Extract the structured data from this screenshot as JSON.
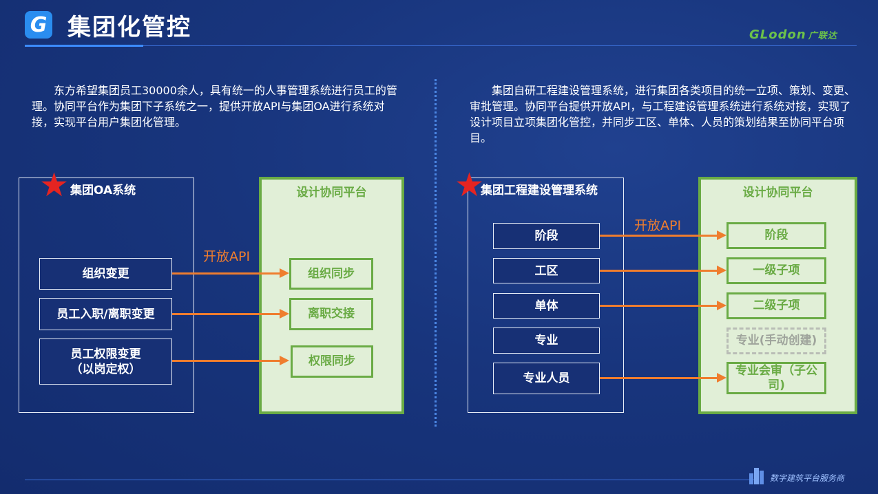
{
  "header": {
    "logo_letter": "G",
    "title": "集团化管控",
    "brand_name": "GLodon",
    "brand_cn": "广联达"
  },
  "left": {
    "paragraph": "东方希望集团员工30000余人，具有统一的人事管理系统进行员工的管理。协同平台作为集团下子系统之一，提供开放API与集团OA进行系统对接，实现平台用户集团化管理。",
    "source_title": "集团OA系统",
    "target_title": "设计协同平台",
    "api_label": "开放API",
    "source_items": [
      "组织变更",
      "员工入职/离职变更",
      "员工权限变更\n（以岗定权）"
    ],
    "target_items": [
      "组织同步",
      "离职交接",
      "权限同步"
    ]
  },
  "right": {
    "paragraph": "集团自研工程建设管理系统，进行集团各类项目的统一立项、策划、变更、审批管理。协同平台提供开放API，与工程建设管理系统进行系统对接，实现了设计项目立项集团化管控，并同步工区、单体、人员的策划结果至协同平台项目。",
    "source_title": "集团工程建设管理系统",
    "target_title": "设计协同平台",
    "api_label": "开放API",
    "source_items": [
      "阶段",
      "工区",
      "单体",
      "专业",
      "专业人员"
    ],
    "target_items": [
      "阶段",
      "一级子项",
      "二级子项",
      "专业(手动创建)",
      "专业会审（子公司)"
    ]
  },
  "footer": {
    "tagline": "数字建筑平台服务商"
  },
  "colors": {
    "background": "#18357d",
    "accent_orange": "#ef7d2e",
    "accent_green": "#6aab45",
    "panel_green": "#e1efd7",
    "star_red": "#e52421"
  }
}
